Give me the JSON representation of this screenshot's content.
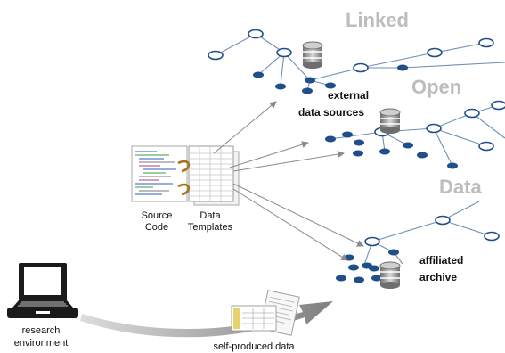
{
  "labels": {
    "linked": "Linked",
    "open": "Open",
    "data": "Data",
    "external_sources_line1": "external",
    "external_sources_line2": "data sources",
    "affiliated_line1": "affiliated",
    "affiliated_line2": "archive",
    "source_code_line1": "Source",
    "source_code_line2": "Code",
    "data_templates_line1": "Data",
    "data_templates_line2": "Templates",
    "research_env_line1": "research",
    "research_env_line2": "environment",
    "self_produced": "self-produced data"
  },
  "colors": {
    "node": "#1f4e8a",
    "edge": "#6f8fb4",
    "watermark_words": "#bdbdbd",
    "arrow": "#8a8a8a",
    "big_arrow": "#8c8c8c"
  }
}
